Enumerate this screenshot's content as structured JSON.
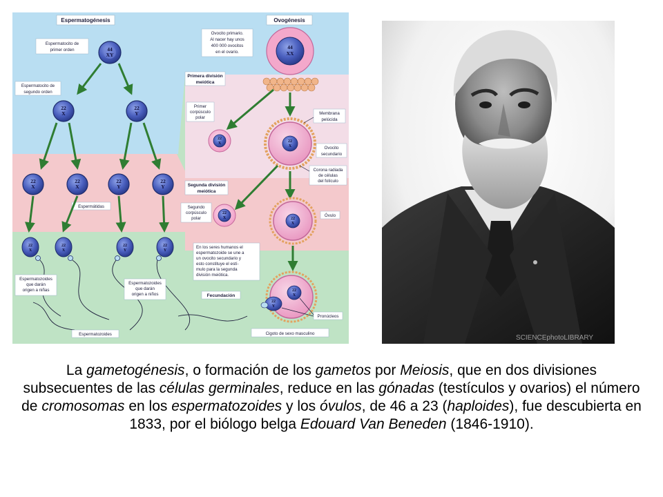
{
  "diagram": {
    "title_left": "Espermatogénesis",
    "title_right": "Ovogénesis",
    "labels": {
      "primary_spermatocyte": [
        "Espermatocito de",
        "primer orden"
      ],
      "secondary_spermatocyte": [
        "Espermatocito de",
        "segundo orden"
      ],
      "spermatids": "Espermátidas",
      "sperm_girls": [
        "Espermatozoides",
        "que darán",
        "origen a niñas"
      ],
      "sperm_boys": [
        "Espermatozoides",
        "que darán",
        "origen a niños"
      ],
      "spermatozoa": "Espermatozoides",
      "primary_oocyte": [
        "Ovocito primario.",
        "Al nacer hay unos",
        "400 000 ovocitos",
        "en el ovario."
      ],
      "first_division": [
        "Primera división",
        "meiótica"
      ],
      "first_polar_body": [
        "Primer",
        "corpúsculo",
        "polar"
      ],
      "pellucid_membrane": [
        "Membrana",
        "pelúcida"
      ],
      "secondary_oocyte": [
        "Ovocito",
        "secundario"
      ],
      "corona_radiata": [
        "Corona radiada",
        "de células",
        "del folículo"
      ],
      "second_division": [
        "Segunda división",
        "meiótica"
      ],
      "second_polar_body": [
        "Segundo",
        "corpúsculo",
        "polar"
      ],
      "ovum": "Óvulo",
      "note": [
        "En los seres humanos el",
        "espermatozoide se une a",
        "un ovocito secundario y",
        "esto constituye el estí-",
        "mulo para la segunda",
        "división meiótica."
      ],
      "fertilization": "Fecundación",
      "pronuclei": "Pronúcleos",
      "zygote": "Cigoto de sexo masculino"
    },
    "chromosomes": {
      "diploid_male": [
        "44",
        "XY"
      ],
      "diploid_female": [
        "44",
        "XX"
      ],
      "haploid_x": [
        "22",
        "X"
      ],
      "haploid_y": [
        "22",
        "Y"
      ]
    },
    "colors": {
      "band_blue": "#b9def2",
      "band_pink": "#f4c9cc",
      "band_green": "#bfe3c5",
      "cell_purple": "#3f55b4",
      "oocyte_pink": "#f3a8cb",
      "arrow_green": "#2f7d32"
    }
  },
  "portrait": {
    "watermark": "SCIENCEphotoLIBRARY"
  },
  "caption": [
    {
      "t": "La ",
      "i": false
    },
    {
      "t": "gametogénesis",
      "i": true
    },
    {
      "t": ", o formación de los ",
      "i": false
    },
    {
      "t": "gametos",
      "i": true
    },
    {
      "t": " por ",
      "i": false
    },
    {
      "t": "Meiosis",
      "i": true
    },
    {
      "t": ", que en dos divisiones subsecuentes de las ",
      "i": false
    },
    {
      "t": "células germinales",
      "i": true
    },
    {
      "t": ", reduce en las ",
      "i": false
    },
    {
      "t": "gónadas",
      "i": true
    },
    {
      "t": " (testículos y ovarios) el número de ",
      "i": false
    },
    {
      "t": "cromosomas",
      "i": true
    },
    {
      "t": " en los ",
      "i": false
    },
    {
      "t": "espermatozoides",
      "i": true
    },
    {
      "t": " y los ",
      "i": false
    },
    {
      "t": "óvulos",
      "i": true
    },
    {
      "t": ", de 46 a 23 (",
      "i": false
    },
    {
      "t": "haploides",
      "i": true
    },
    {
      "t": "), fue descubierta en 1833, por el biólogo belga ",
      "i": false
    },
    {
      "t": "Edouard Van Beneden",
      "i": true
    },
    {
      "t": " (1846-1910).",
      "i": false
    }
  ]
}
